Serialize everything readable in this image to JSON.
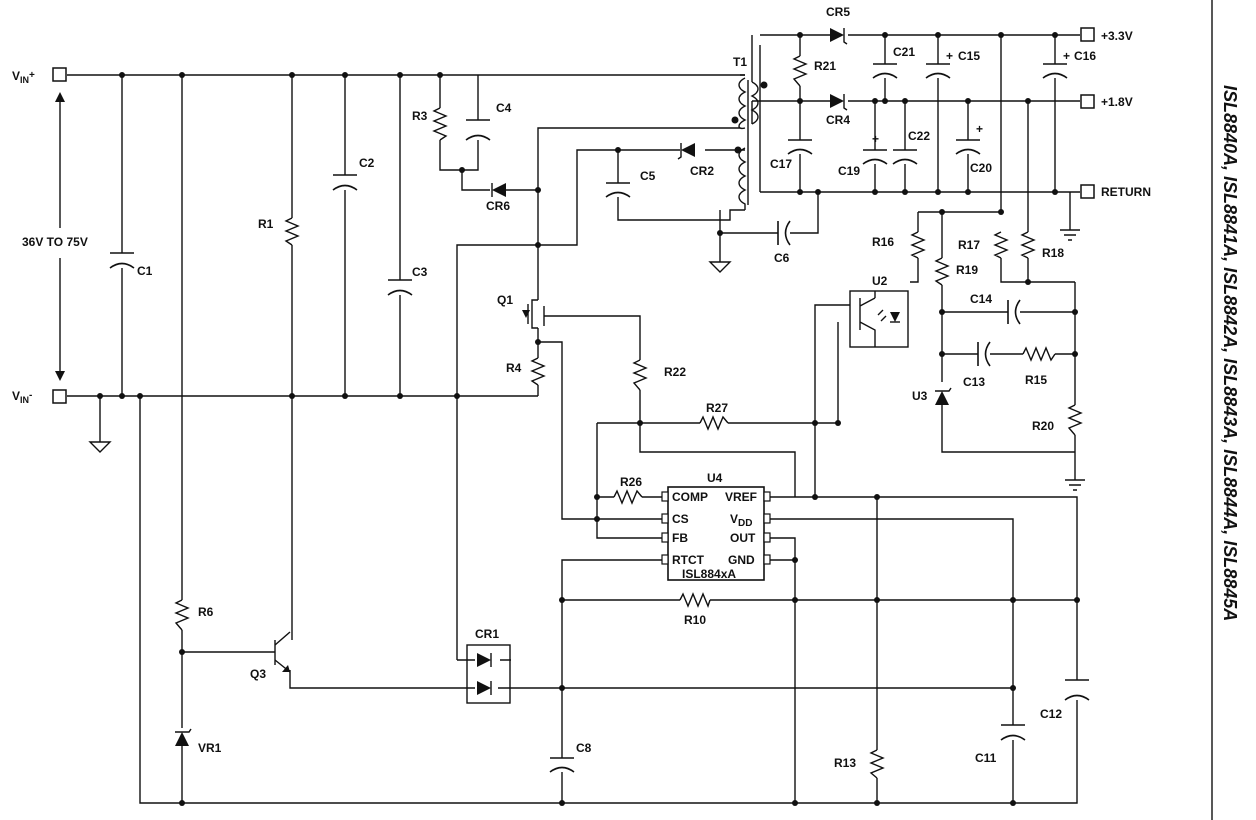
{
  "side_title": "ISL8840A, ISL8841A, ISL8842A, ISL8843A, ISL8844A, ISL8845A",
  "terminals": {
    "vin_plus": "V",
    "vin_plus_sub": "IN",
    "vin_plus_sign": "+",
    "vin_minus": "V",
    "vin_minus_sub": "IN",
    "vin_minus_sign": "-",
    "out_33": "+3.3V",
    "out_18": "+1.8V",
    "ret": "RETURN"
  },
  "input_range": "36V TO 75V",
  "ic": {
    "ref": "U4",
    "part": "ISL884xA",
    "pins": {
      "comp": "COMP",
      "cs": "CS",
      "fb": "FB",
      "rtct": "RTCT",
      "vref": "VREF",
      "vdd_main": "V",
      "vdd_sub": "DD",
      "out": "OUT",
      "gnd": "GND"
    }
  },
  "labels": {
    "T1": "T1",
    "CR5": "CR5",
    "CR4": "CR4",
    "CR2": "CR2",
    "CR6": "CR6",
    "CR1": "CR1",
    "C1": "C1",
    "C2": "C2",
    "C3": "C3",
    "C4": "C4",
    "C5": "C5",
    "C6": "C6",
    "C8": "C8",
    "C11": "C11",
    "C12": "C12",
    "C13": "C13",
    "C14": "C14",
    "C15": "C15",
    "C16": "C16",
    "C17": "C17",
    "C19": "C19",
    "C20": "C20",
    "C21": "C21",
    "C22": "C22",
    "R1": "R1",
    "R3": "R3",
    "R4": "R4",
    "R6": "R6",
    "R10": "R10",
    "R13": "R13",
    "R15": "R15",
    "R16": "R16",
    "R17": "R17",
    "R18": "R18",
    "R19": "R19",
    "R20": "R20",
    "R21": "R21",
    "R22": "R22",
    "R26": "R26",
    "R27": "R27",
    "Q1": "Q1",
    "Q3": "Q3",
    "U2": "U2",
    "U3": "U3",
    "VR1": "VR1",
    "plus": "+"
  }
}
